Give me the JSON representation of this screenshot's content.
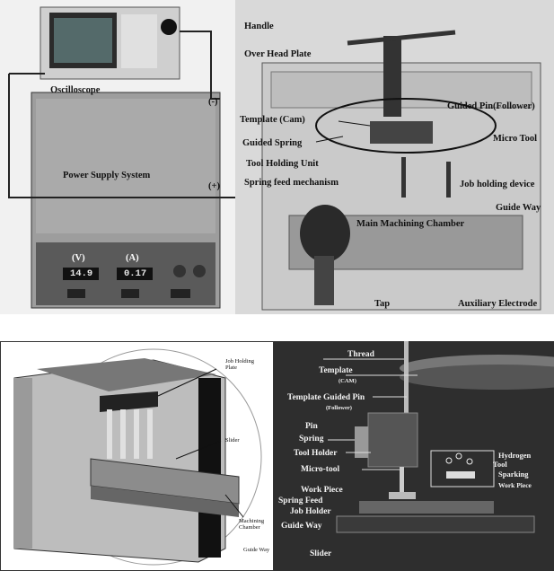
{
  "panel_photo_left": {
    "oscilloscope": "Oscilloscope",
    "power_supply": "Power Supply System",
    "minus_terminal": "(-)",
    "plus_terminal": "(+)",
    "volt_label": "(V)",
    "amp_label": "(A)",
    "volt_reading": "14.9",
    "amp_reading": "0.17"
  },
  "panel_photo_right": {
    "labels": [
      "Handle",
      "Over Head Plate",
      "Template (Cam)",
      "Guided Pin(Follower)",
      "Guided Spring",
      "Micro Tool",
      "Tool Holding Unit",
      "Spring feed mechanism",
      "Job holding device",
      "Guide Way",
      "Main Machining Chamber",
      "Tap",
      "Auxiliary Electrode"
    ]
  },
  "panel_cad": {
    "labels": [
      "Job Holding Plate",
      "Slider",
      "Machining Chamber",
      "Guide Way"
    ]
  },
  "panel_photo_bottom": {
    "labels": [
      "Thread",
      "Template",
      "(CAM)",
      "Template Guided Pin",
      "(Follower)",
      "Pin",
      "Spring",
      "Tool Holder",
      "Micro-tool",
      "Work Piece",
      "Spring Feed",
      "Job Holder",
      "Guide Way",
      "Slider",
      "Hydrogen",
      "Tool",
      "Sparking",
      "Work Piece"
    ]
  },
  "colors": {
    "photo_bg": "#d9d9d9",
    "dark_photo_bg": "#2e2e2e",
    "cad_gray": "#8c8c8c",
    "lcd_bg": "#1a1a1a"
  }
}
